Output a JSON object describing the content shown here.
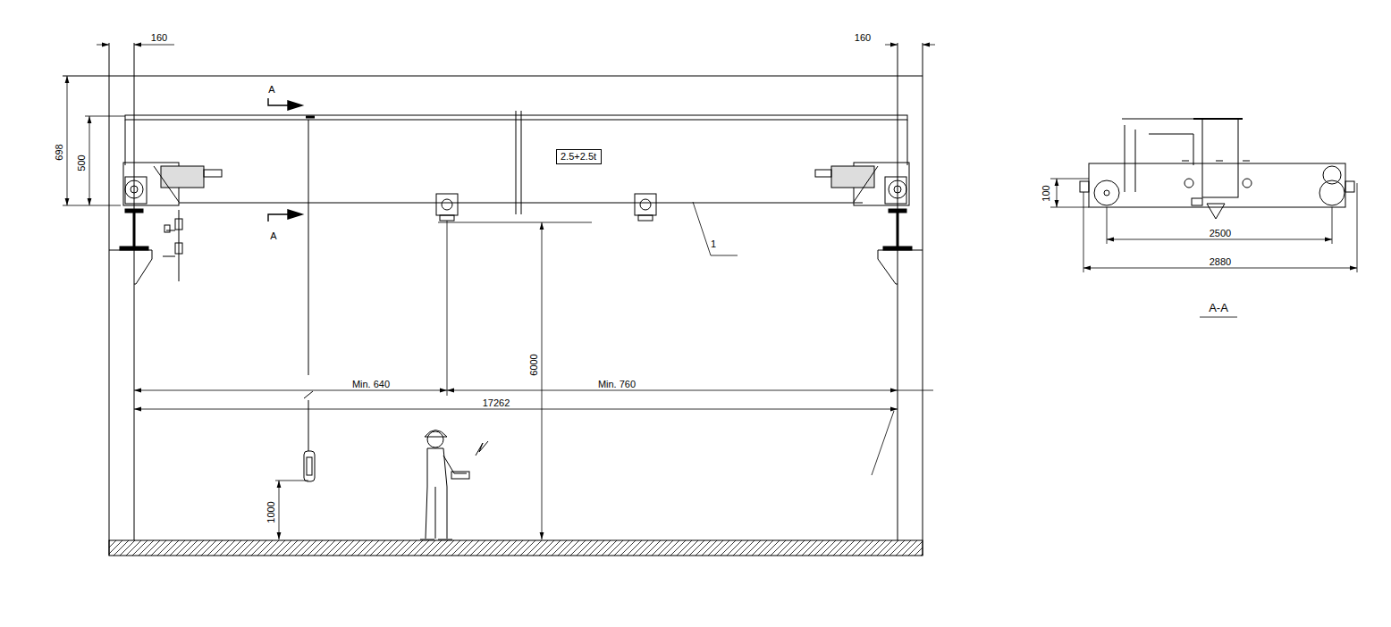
{
  "diagram": {
    "nodes": [
      {
        "text": [
          "2.5+2.5t"
        ]
      }
    ],
    "labels": [
      "160",
      "160",
      "698",
      "500",
      "A",
      "A",
      "Min. 640",
      "Min. 760",
      "17262",
      "6000",
      "1000",
      "1",
      "100",
      "2500",
      "2880",
      "A-A"
    ]
  }
}
